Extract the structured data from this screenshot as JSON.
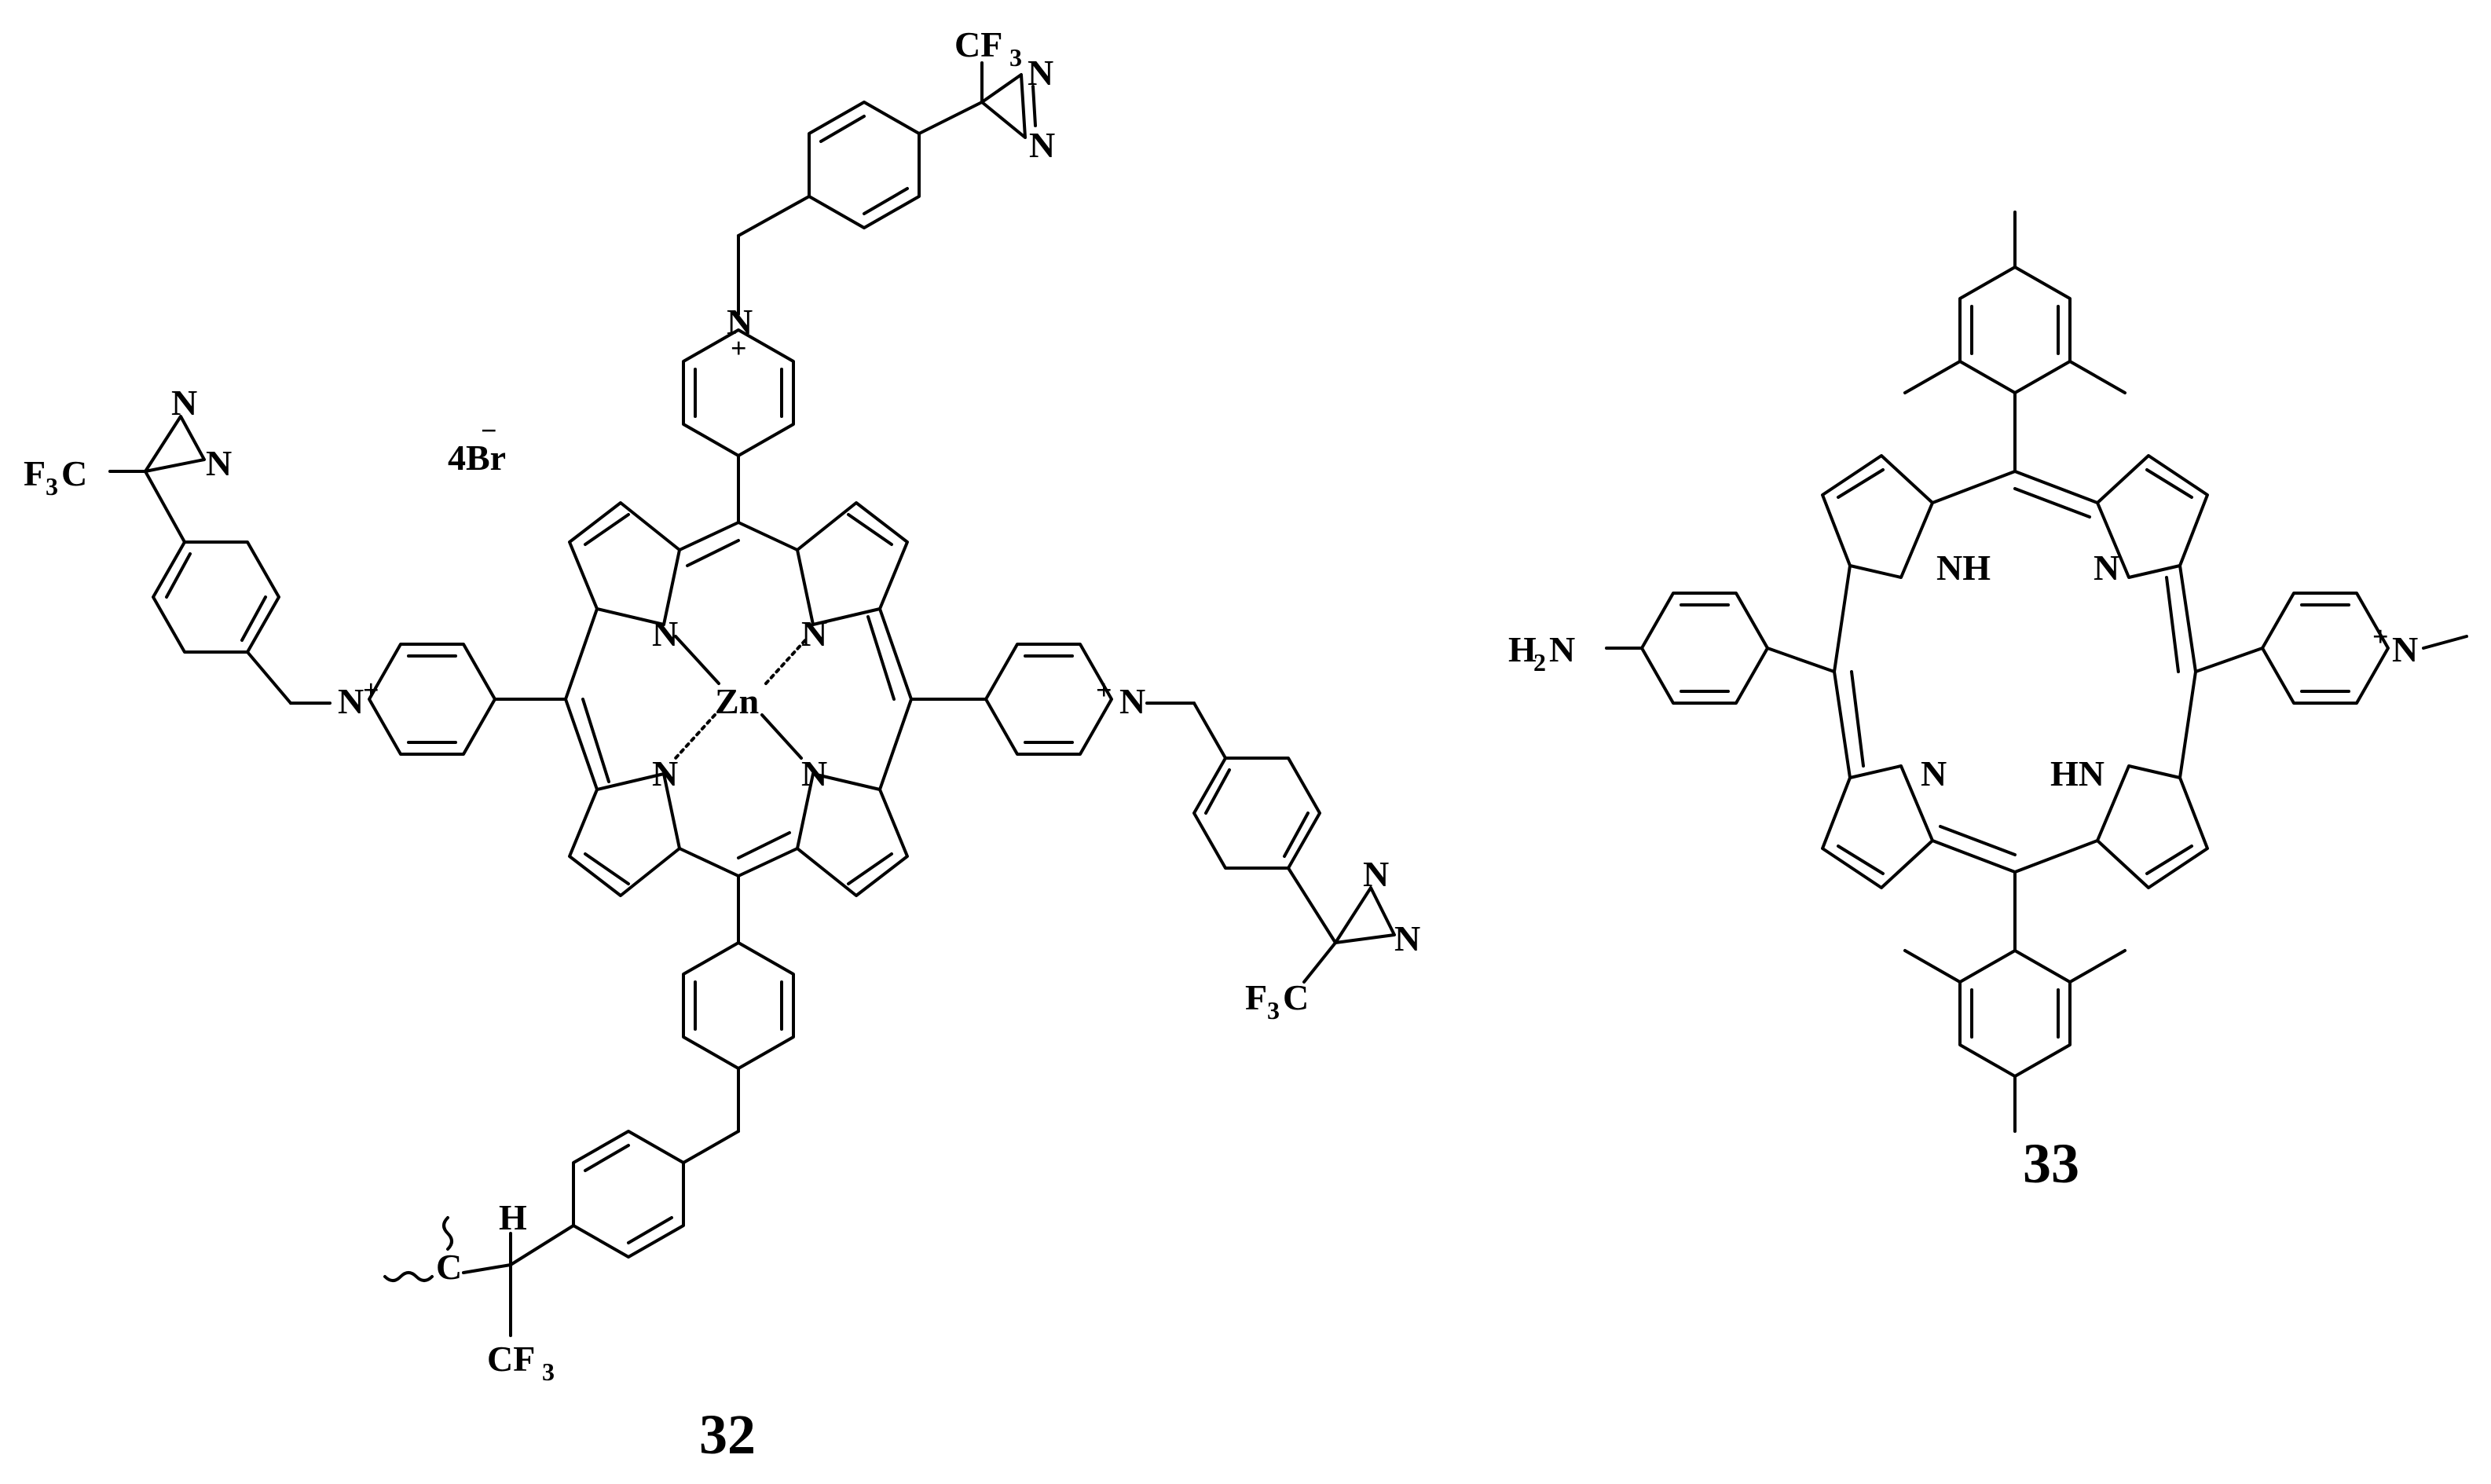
{
  "compounds": [
    {
      "label": "32",
      "metal": "Zn",
      "counterion": "4Br",
      "counterion_charge": "−",
      "groups": {
        "cf3": "CF",
        "f3c": "F",
        "three": "3",
        "c_suffix": "C",
        "n": "N",
        "plus": "+",
        "h": "H",
        "c": "C"
      }
    },
    {
      "label": "33",
      "groups": {
        "h2n_h": "H",
        "h2n_2": "2",
        "h2n_n": "N",
        "nh": "NH",
        "hn": "HN",
        "n": "N",
        "plus": "+"
      }
    }
  ]
}
